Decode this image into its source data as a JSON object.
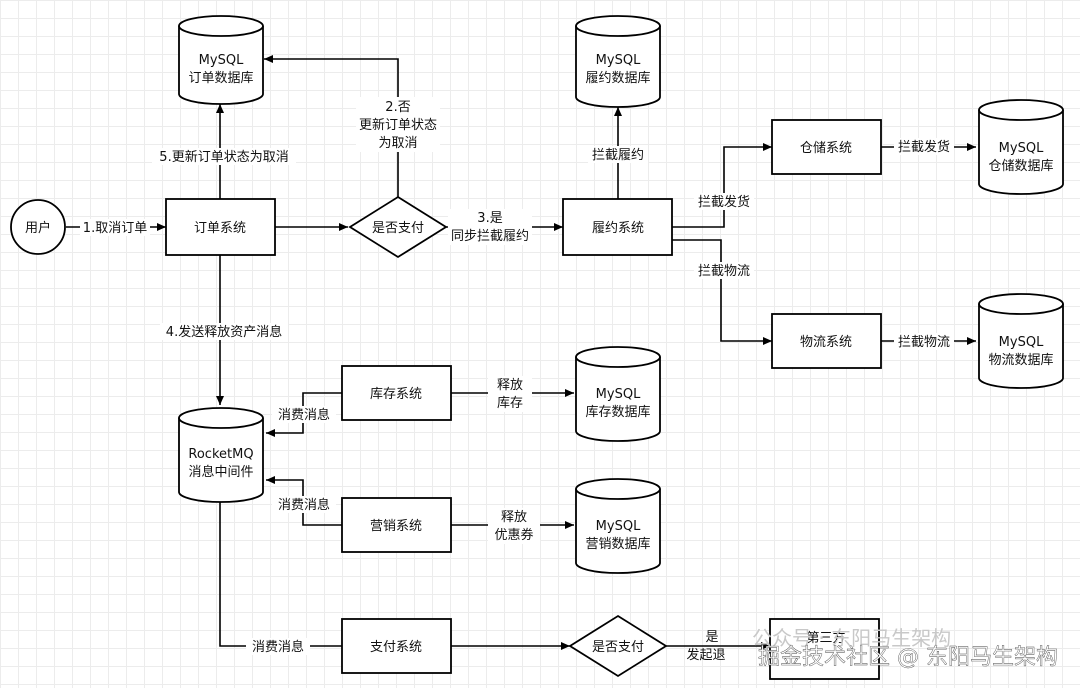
{
  "nodes": {
    "user": "用户",
    "order_system": "订单系统",
    "is_paid_1": "是否支付",
    "fulfill_system": "履约系统",
    "warehouse_system": "仓储系统",
    "logistics_system": "物流系统",
    "inventory_system": "库存系统",
    "marketing_system": "营销系统",
    "payment_system": "支付系统",
    "is_paid_2": "是否支付",
    "third_party": "第三方",
    "db_order": [
      "MySQL",
      "订单数据库"
    ],
    "db_fulfill": [
      "MySQL",
      "履约数据库"
    ],
    "db_warehouse": [
      "MySQL",
      "仓储数据库"
    ],
    "db_logistics": [
      "MySQL",
      "物流数据库"
    ],
    "db_inventory": [
      "MySQL",
      "库存数据库"
    ],
    "db_marketing": [
      "MySQL",
      "营销数据库"
    ],
    "mq": [
      "RocketMQ",
      "消息中间件"
    ]
  },
  "edges": {
    "cancel_order": "1.取消订单",
    "not_paid": [
      "2.否",
      "更新订单状态",
      "为取消"
    ],
    "paid_intercept": [
      "3.是",
      "同步拦截履约"
    ],
    "send_release": "4.发送释放资产消息",
    "update_cancel": "5.更新订单状态为取消",
    "intercept_fulfill": "拦截履约",
    "intercept_ship_1": "拦截发货",
    "intercept_ship_2": "拦截发货",
    "intercept_logistics_1": "拦截物流",
    "intercept_logistics_2": "拦截物流",
    "consume_1": "消费消息",
    "consume_2": "消费消息",
    "consume_3": "消费消息",
    "release_stock": [
      "释放",
      "库存"
    ],
    "release_coupon": [
      "释放",
      "优惠券"
    ],
    "yes_refund": [
      "是",
      "发起退"
    ]
  },
  "watermark": {
    "faint": "公众号 · 东阳马生架构",
    "main": "掘金技术社区 @ 东阳马生架构"
  }
}
